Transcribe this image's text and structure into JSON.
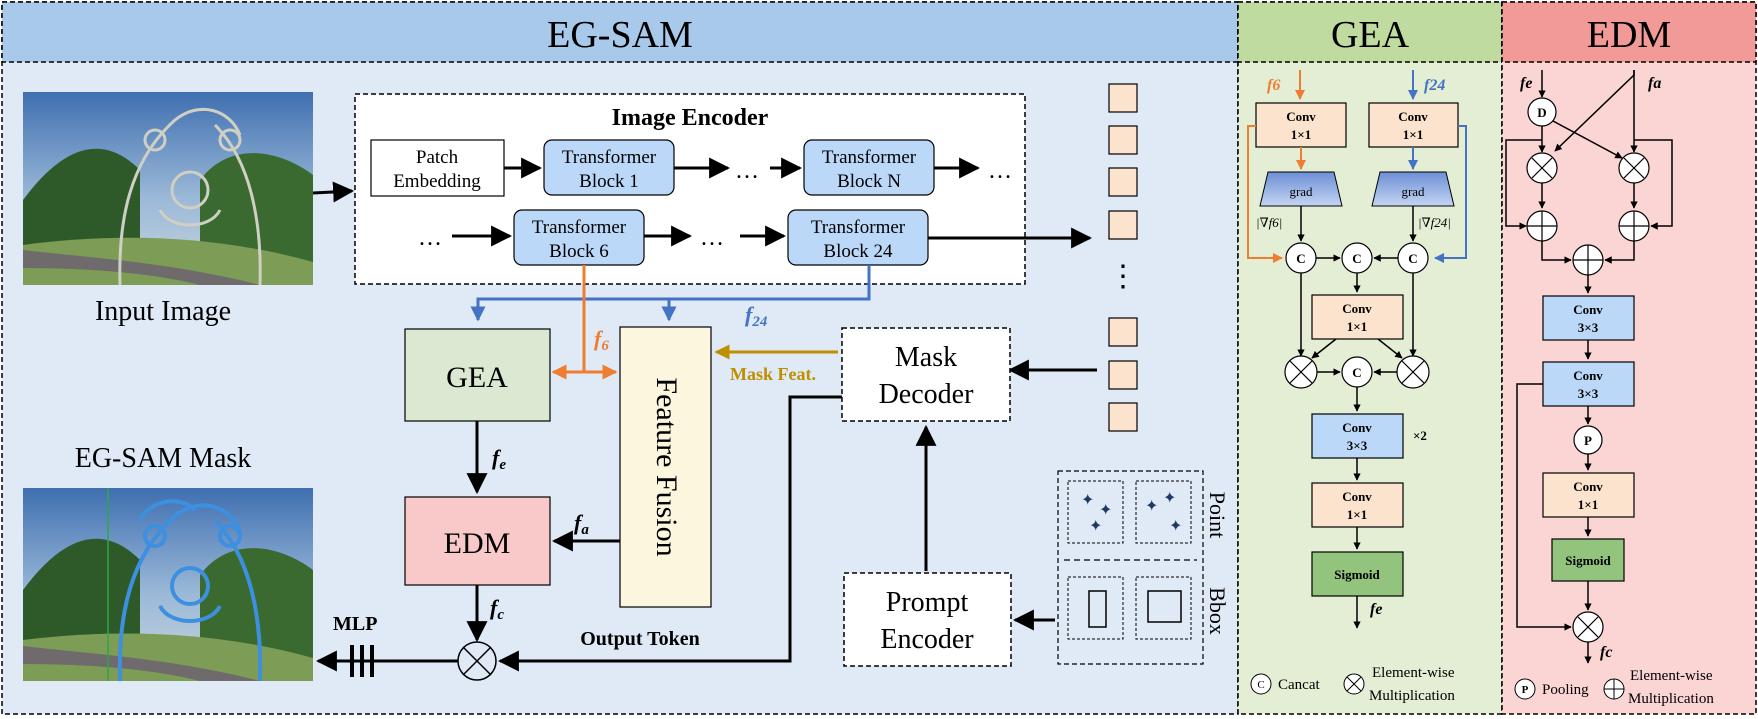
{
  "panels": {
    "egsam": "EG-SAM",
    "gea": "GEA",
    "edm": "EDM"
  },
  "main": {
    "input_image": "Input Image",
    "output_mask": "EG-SAM Mask",
    "image_encoder": "Image Encoder",
    "patch_line1": "Patch",
    "patch_line2": "Embedding",
    "block_word": "Transformer",
    "block1": "Block 1",
    "blockN": "Block N",
    "block6": "Block 6",
    "block24": "Block 24",
    "dots": "…",
    "vdots": "⋮",
    "gea": "GEA",
    "edm": "EDM",
    "feature_fusion": "Feature Fusion",
    "mask_line1": "Mask",
    "mask_line2": "Decoder",
    "prompt_line1": "Prompt",
    "prompt_line2": "Encoder",
    "mask_feat": "Mask Feat.",
    "output_token": "Output Token",
    "mlp": "MLP",
    "point": "Point",
    "bbox": "Bbox",
    "f6": "f",
    "f6_sub": "6",
    "f24": "f",
    "f24_sub": "24",
    "fe": "f",
    "fe_sub": "e",
    "fa": "f",
    "fa_sub": "a",
    "fc": "f",
    "fc_sub": "c"
  },
  "gea": {
    "conv": "Conv",
    "k1": "1×1",
    "k3": "3×3",
    "grad": "grad",
    "grad6": "|∇f6|",
    "grad24": "|∇f24|",
    "c": "C",
    "x2": "×2",
    "sigmoid": "Sigmoid",
    "f6": "f6",
    "f24": "f24",
    "fe": "fe",
    "legend_c_label": "Cancat",
    "legend_x_line1": "Element-wise",
    "legend_x_line2": "Multiplication"
  },
  "edm": {
    "d": "D",
    "p": "P",
    "conv": "Conv",
    "k1": "1×1",
    "k3": "3×3",
    "sigmoid": "Sigmoid",
    "fe": "fe",
    "fa": "fa",
    "fc": "fc",
    "legend_p_label": "Pooling",
    "legend_plus_line1": "Element-wise",
    "legend_plus_line2": "Multiplication"
  },
  "colors": {
    "main_bg": "#dfeaf6",
    "main_header": "#a9c9ea",
    "gea_bg": "#e3eed5",
    "gea_header": "#bfdb9f",
    "edm_bg": "#fbd5d3",
    "edm_header": "#f29a98",
    "blue_box": "#bcd8f8",
    "peach_box": "#fbe3cd",
    "green_box": "#dbe8d2",
    "pink_box": "#f9c8c8",
    "cream_box": "#fdf6df",
    "sigmoid": "#92c47e",
    "orange": "#ed7d31",
    "blue": "#4472c4",
    "gold": "#bf8f00"
  }
}
